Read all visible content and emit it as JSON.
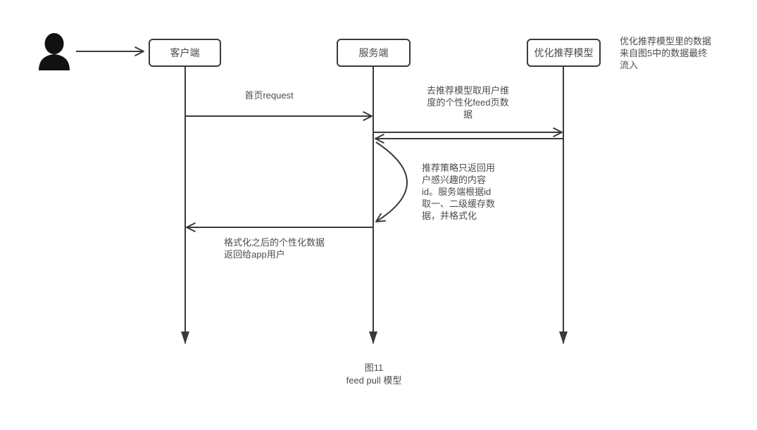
{
  "diagram": {
    "participants": [
      {
        "label": "客户端"
      },
      {
        "label": "服务端"
      },
      {
        "label": "优化推荐模型"
      }
    ],
    "messages": {
      "homepage_request": "首页request",
      "fetch_feed": "去推荐模型取用户维\n度的个性化feed页数\n据",
      "strategy_note": "推荐策略只返回用\n户感兴趣的内容\nid。服务端根据id\n取一、二级缓存数\n据，并格式化",
      "return_formatted": "格式化之后的个性化数据\n返回给app用户"
    },
    "side_note": "优化推荐模型里的数据\n来自图5中的数据最终\n流入",
    "caption": "图11\nfeed pull 模型",
    "colors": {
      "line": "#3a3a3a",
      "text": "#4d4d4d",
      "actor": "#111111",
      "background": "#ffffff"
    }
  }
}
